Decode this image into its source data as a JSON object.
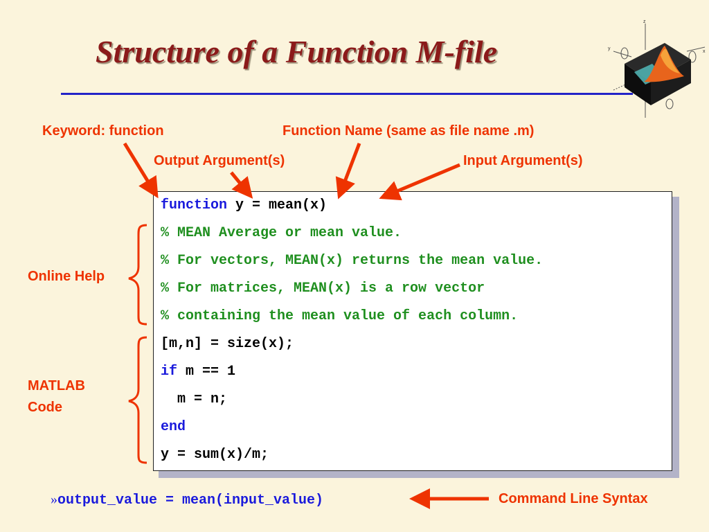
{
  "title": "Structure of a Function M-file",
  "labels": {
    "keyword": "Keyword: function",
    "function_name": "Function Name (same as file name .m)",
    "output_args": "Output Argument(s)",
    "input_args": "Input Argument(s)",
    "online_help": "Online Help",
    "matlab_code": [
      "MATLAB",
      "Code"
    ],
    "command_line": "Command Line Syntax"
  },
  "code": {
    "line1": {
      "keyword": "function",
      "rest": " y = mean(x)"
    },
    "help": [
      "% MEAN Average or mean value.",
      "% For vectors, MEAN(x) returns the mean value.",
      "% For matrices, MEAN(x) is a row vector",
      "% containing the mean value of each column."
    ],
    "line6": "[m,n] = size(x);",
    "line7": {
      "keyword": "if",
      "rest": " m == 1"
    },
    "line8": "  m = n;",
    "line9": {
      "keyword": "end"
    },
    "line10": "y = sum(x)/m;"
  },
  "command": {
    "prompt": "»",
    "text": "output_value = mean(input_value)"
  },
  "logo_axes": {
    "z": "z",
    "y": "y",
    "x": "x"
  },
  "colors": {
    "background": "#fbf4dc",
    "title": "#8b1a1a",
    "annotation": "#ee3300",
    "keyword": "#1a1adc",
    "comment": "#1f8f1f",
    "rule": "#2323c8"
  }
}
